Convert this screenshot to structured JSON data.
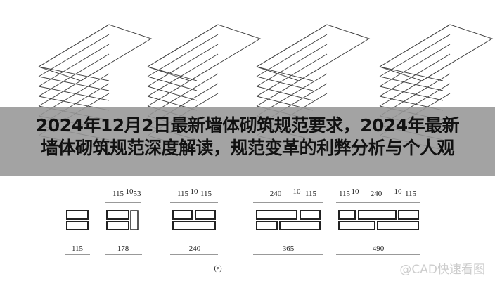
{
  "title": {
    "line1": "2024年12月2日最新墙体砌筑规范要求，2024年最新",
    "line2": "墙体砌筑规范深度解读，规范变革的利弊分析与个人观"
  },
  "diagram": {
    "top_dims": [
      [
        "115",
        "10",
        "53"
      ],
      [
        "115",
        "10",
        "115"
      ],
      [
        "240",
        "10",
        "115"
      ],
      [
        "115",
        "10",
        "240",
        "10",
        "115"
      ]
    ],
    "wall_widths": [
      "115",
      "178",
      "240",
      "365",
      "490"
    ],
    "caption": "(e)"
  },
  "watermark": "@CAD快速看图"
}
